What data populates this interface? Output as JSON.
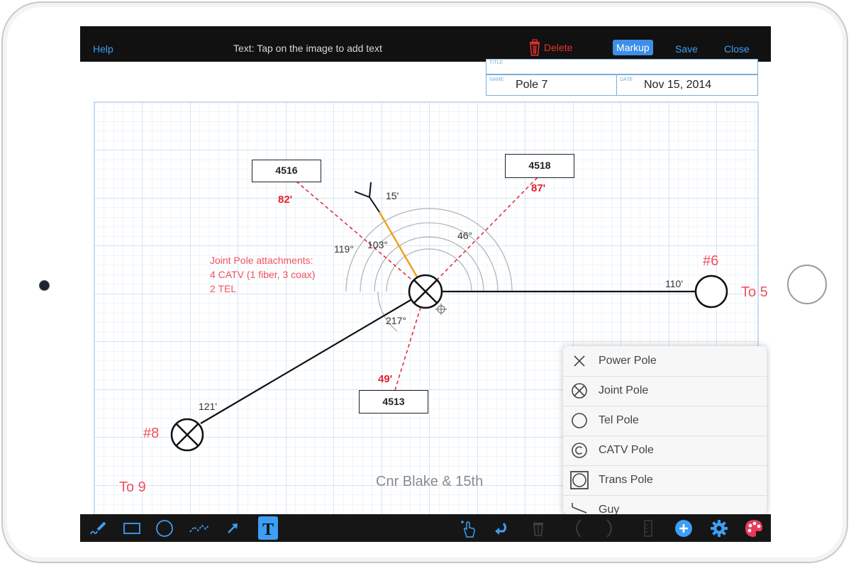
{
  "colors": {
    "accent": "#3d9ef5",
    "delete": "#e8322b",
    "red_line": "#e8202b",
    "note": "#f0525e",
    "grid": "#cfe3f5",
    "guy": "#f0a020"
  },
  "topbar": {
    "help_label": "Help",
    "hint": "Text: Tap on the image to add text",
    "delete_label": "Delete",
    "markup_label": "Markup",
    "save_label": "Save",
    "close_label": "Close"
  },
  "titleblock": {
    "title_caption": "TITLE",
    "name_caption": "NAME",
    "name_value": "Pole 7",
    "date_caption": "DATE",
    "date_value": "Nov 15, 2014"
  },
  "drawing": {
    "tags": [
      "4516",
      "4518",
      "4513"
    ],
    "distances": [
      "82'",
      "87'",
      "49'"
    ],
    "labels": {
      "guy_length": "15'",
      "angle_103": "103°",
      "angle_119": "119°",
      "angle_46": "46°",
      "angle_217": "217°",
      "span_110": "110'",
      "span_121": "121'"
    },
    "note_lines": [
      "Joint Pole attachments:",
      "4 CATV (1 fiber, 3 coax)",
      "2 TEL"
    ],
    "pole_6": "#6",
    "pole_8": "#8",
    "to_5": "To 5",
    "to_9": "To 9",
    "location": "Cnr Blake & 15th"
  },
  "palette": {
    "items": [
      {
        "label": "Power Pole",
        "icon": "x-icon"
      },
      {
        "label": "Joint Pole",
        "icon": "circle-x-icon"
      },
      {
        "label": "Tel Pole",
        "icon": "circle-icon"
      },
      {
        "label": "CATV Pole",
        "icon": "circle-c-icon"
      },
      {
        "label": "Trans Pole",
        "icon": "square-circle-icon"
      },
      {
        "label": "Guy",
        "icon": "guy-icon"
      }
    ]
  },
  "toolbar": {
    "tools": [
      "pen-icon",
      "rectangle-icon",
      "circle-icon",
      "polyline-icon",
      "arrow-icon",
      "text-icon",
      "pan-icon",
      "undo-icon",
      "trash-icon",
      "rotate-left-icon",
      "rotate-right-icon",
      "ruler-icon",
      "add-icon",
      "settings-icon",
      "color-palette-icon"
    ]
  }
}
